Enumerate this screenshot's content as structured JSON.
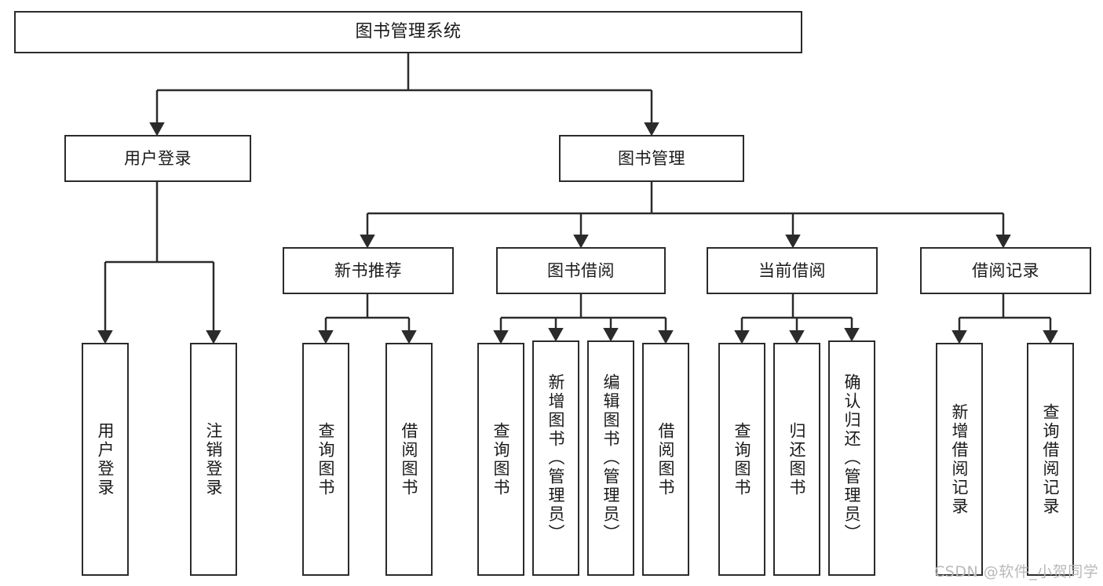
{
  "diagram": {
    "title": "图书管理系统",
    "watermark": "CSDN @软件_小贺同学",
    "colors": {
      "box_border": "#2b2b2b",
      "box_fill": "#ffffff",
      "connector": "#2b2b2b",
      "text": "#1a1a1a",
      "watermark": "#b9b9b9",
      "background": "#ffffff"
    },
    "nodes": {
      "root": {
        "label": "图书管理系统"
      },
      "tier1": [
        {
          "label": "用户登录"
        },
        {
          "label": "图书管理"
        }
      ],
      "tier2": [
        {
          "label": "新书推荐"
        },
        {
          "label": "图书借阅"
        },
        {
          "label": "当前借阅"
        },
        {
          "label": "借阅记录"
        }
      ],
      "leaves_user_login": [
        {
          "label": "用户登录"
        },
        {
          "label": "注销登录"
        }
      ],
      "leaves_new_book": [
        {
          "label": "查询图书"
        },
        {
          "label": "借阅图书"
        }
      ],
      "leaves_borrow": [
        {
          "label": "查询图书"
        },
        {
          "label": "新增图书（管理员）"
        },
        {
          "label": "编辑图书（管理员）"
        },
        {
          "label": "借阅图书"
        }
      ],
      "leaves_current": [
        {
          "label": "查询图书"
        },
        {
          "label": "归还图书"
        },
        {
          "label": "确认归还（管理员）"
        }
      ],
      "leaves_records": [
        {
          "label": "新增借阅记录"
        },
        {
          "label": "查询借阅记录"
        }
      ]
    }
  }
}
